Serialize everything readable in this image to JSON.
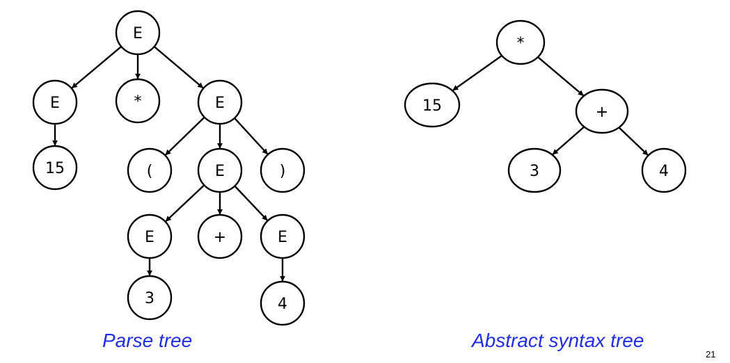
{
  "parse_tree": {
    "caption": "Parse tree",
    "nodes": [
      {
        "id": "p_root",
        "label": "E"
      },
      {
        "id": "p_e_left",
        "label": "E"
      },
      {
        "id": "p_times",
        "label": "*"
      },
      {
        "id": "p_e_right",
        "label": "E"
      },
      {
        "id": "p_15",
        "label": "15"
      },
      {
        "id": "p_lparen",
        "label": "("
      },
      {
        "id": "p_e_mid",
        "label": "E"
      },
      {
        "id": "p_rparen",
        "label": ")"
      },
      {
        "id": "p_e_3",
        "label": "E"
      },
      {
        "id": "p_plus",
        "label": "+"
      },
      {
        "id": "p_e_4",
        "label": "E"
      },
      {
        "id": "p_3",
        "label": "3"
      },
      {
        "id": "p_4",
        "label": "4"
      }
    ],
    "edges": [
      [
        "p_root",
        "p_e_left"
      ],
      [
        "p_root",
        "p_times"
      ],
      [
        "p_root",
        "p_e_right"
      ],
      [
        "p_e_left",
        "p_15"
      ],
      [
        "p_e_right",
        "p_lparen"
      ],
      [
        "p_e_right",
        "p_e_mid"
      ],
      [
        "p_e_right",
        "p_rparen"
      ],
      [
        "p_e_mid",
        "p_e_3"
      ],
      [
        "p_e_mid",
        "p_plus"
      ],
      [
        "p_e_mid",
        "p_e_4"
      ],
      [
        "p_e_3",
        "p_3"
      ],
      [
        "p_e_4",
        "p_4"
      ]
    ]
  },
  "ast": {
    "caption": "Abstract syntax tree",
    "nodes": [
      {
        "id": "a_times",
        "label": "*"
      },
      {
        "id": "a_15",
        "label": "15"
      },
      {
        "id": "a_plus",
        "label": "+"
      },
      {
        "id": "a_3",
        "label": "3"
      },
      {
        "id": "a_4",
        "label": "4"
      }
    ],
    "edges": [
      [
        "a_times",
        "a_15"
      ],
      [
        "a_times",
        "a_plus"
      ],
      [
        "a_plus",
        "a_3"
      ],
      [
        "a_plus",
        "a_4"
      ]
    ]
  },
  "page_number": "21",
  "colors": {
    "caption": "#1f2fe0",
    "stroke": "#000000",
    "fill": "#ffffff"
  }
}
